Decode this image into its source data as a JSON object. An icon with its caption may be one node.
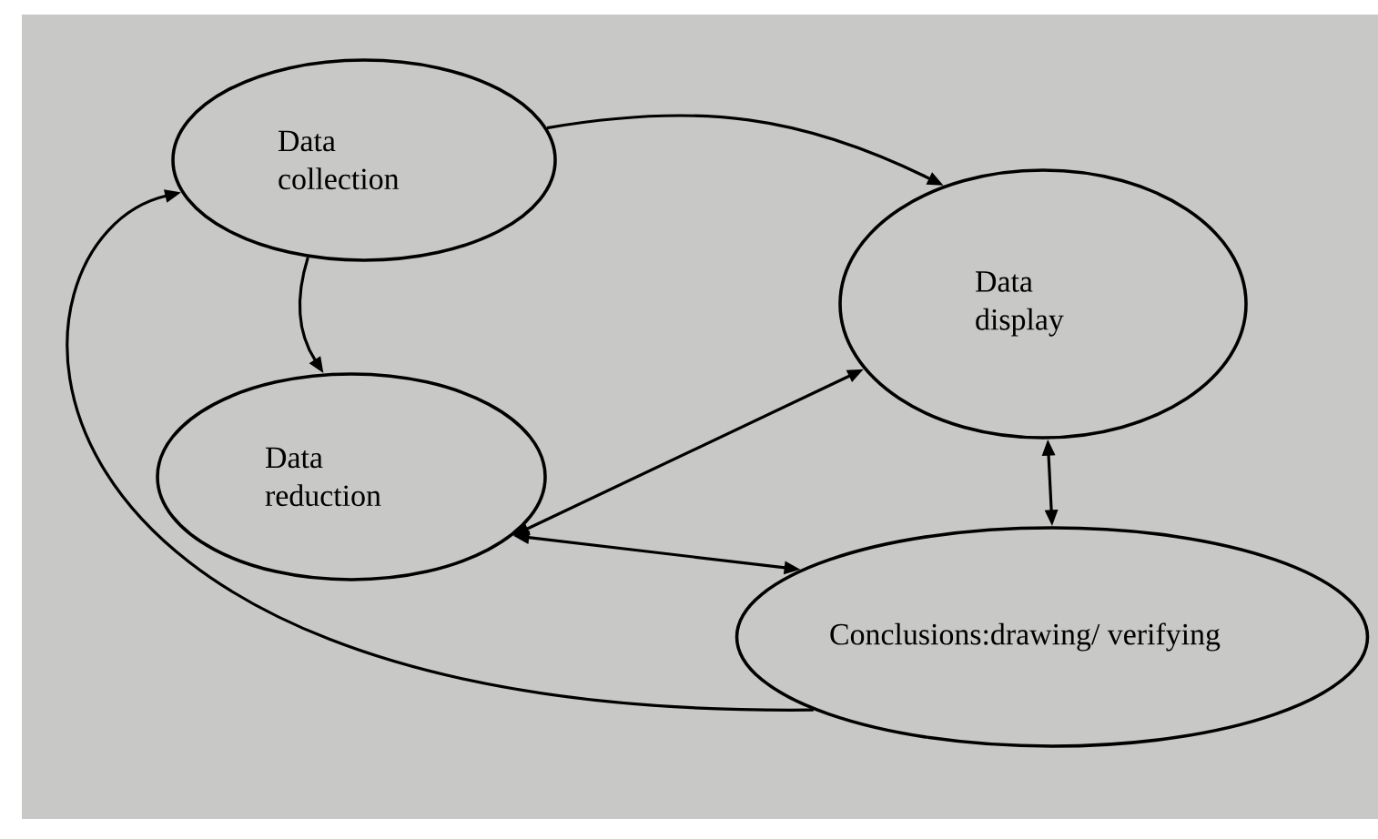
{
  "diagram": {
    "nodes": [
      {
        "text": [
          "Data collection"
        ]
      },
      {
        "text": [
          "Data display"
        ]
      },
      {
        "text": [
          "Data reduction"
        ]
      },
      {
        "text": [
          "Conclusions:drawing/ verifying"
        ]
      }
    ],
    "edges": [
      {
        "from": 0,
        "to": 1,
        "arrow": "to"
      },
      {
        "from": 0,
        "to": 2,
        "arrow": "to"
      },
      {
        "from": 2,
        "to": 1,
        "arrow": "both"
      },
      {
        "from": 1,
        "to": 3,
        "arrow": "both"
      },
      {
        "from": 2,
        "to": 3,
        "arrow": "both"
      },
      {
        "from": 3,
        "to": 0,
        "arrow": "to"
      }
    ]
  }
}
